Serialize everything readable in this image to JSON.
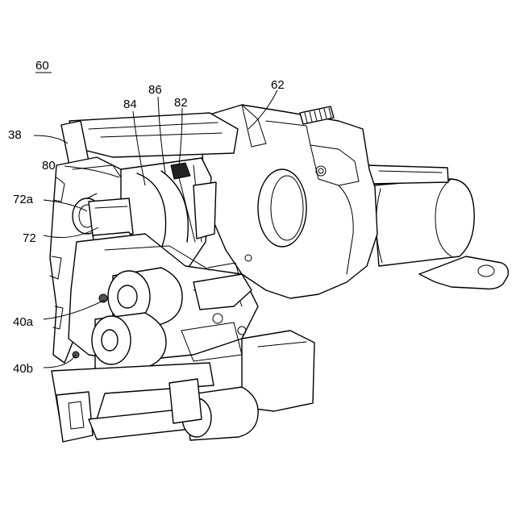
{
  "figure": {
    "ref_main": "60",
    "callouts": {
      "c38": "38",
      "c80": "80",
      "c72a": "72a",
      "c72": "72",
      "c40a": "40a",
      "c40b": "40b",
      "c84": "84",
      "c86": "86",
      "c82": "82",
      "c62": "62"
    }
  }
}
